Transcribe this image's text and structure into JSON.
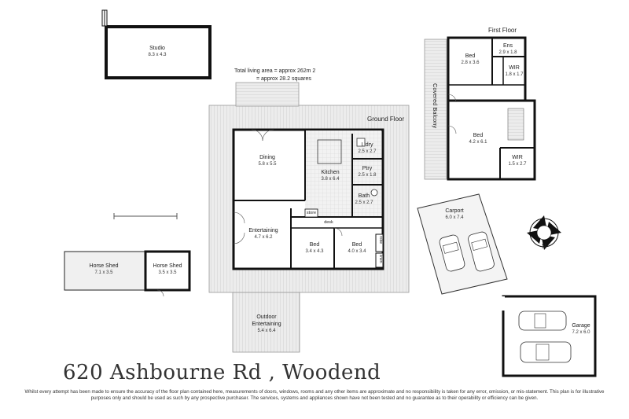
{
  "header": {
    "area_line1": "Total living area = approx 262m 2",
    "area_line2": "= approx 28.2 squares"
  },
  "floors": {
    "ground": "Ground Floor",
    "first": "First Floor"
  },
  "rooms": {
    "studio": {
      "name": "Studio",
      "dims": "8.3 x 4.3"
    },
    "dining": {
      "name": "Dining",
      "dims": "5.8 x 5.5"
    },
    "kitchen": {
      "name": "Kitchen",
      "dims": "3.8 x 6.4"
    },
    "laundry": {
      "name": "L'dry",
      "dims": "2.5 x 2.7"
    },
    "pantry": {
      "name": "Ptry",
      "dims": "2.5 x 1.8"
    },
    "bath": {
      "name": "Bath",
      "dims": "2.5 x 2.7"
    },
    "entertaining": {
      "name": "Entertaining",
      "dims": "4.7 x 6.2"
    },
    "bed_g1": {
      "name": "Bed",
      "dims": "3.4 x 4.3"
    },
    "bed_g2": {
      "name": "Bed",
      "dims": "4.0 x 3.4"
    },
    "outdoor": {
      "name": "Outdoor",
      "name2": "Entertaining",
      "dims": "5.4 x 6.4"
    },
    "horse_shed1": {
      "name": "Horse Shed",
      "dims": "7.1 x 3.5"
    },
    "horse_shed2": {
      "name": "Horse Shed",
      "dims": "3.5 x 3.5"
    },
    "carport": {
      "name": "Carport",
      "dims": "6.0 x 7.4"
    },
    "garage": {
      "name": "Garage",
      "dims": "7.2 x 6.0"
    },
    "bed_f1": {
      "name": "Bed",
      "dims": "2.8 x 3.6"
    },
    "ens": {
      "name": "Ens",
      "dims": "2.9 x 1.8"
    },
    "wir_f1": {
      "name": "WIR",
      "dims": "1.8 x 1.7"
    },
    "bed_f2": {
      "name": "Bed",
      "dims": "4.2 x 6.1"
    },
    "wir_f2": {
      "name": "WIR",
      "dims": "1.5 x 2.7"
    },
    "balcony": {
      "name": "Covered Balcony"
    }
  },
  "small_labels": {
    "store": "store",
    "desk": "desk",
    "robe": "robe",
    "linen": "linen"
  },
  "compass": {
    "letter": "N"
  },
  "address": "620 Ashbourne Rd , Woodend",
  "disclaimer": "Whilst every attempt has been made to ensure the accuracy of the floor plan contained here, measurements of doors, windows, rooms and any other items are approximate and no responsibility is taken for any error, omission, or mis-statement. This plan is for illustrative purposes only and should be used as such by any prospective purchaser. The services, systems and appliances shown have not been tested and no guarantee as to their operability or efficiency can be given."
}
